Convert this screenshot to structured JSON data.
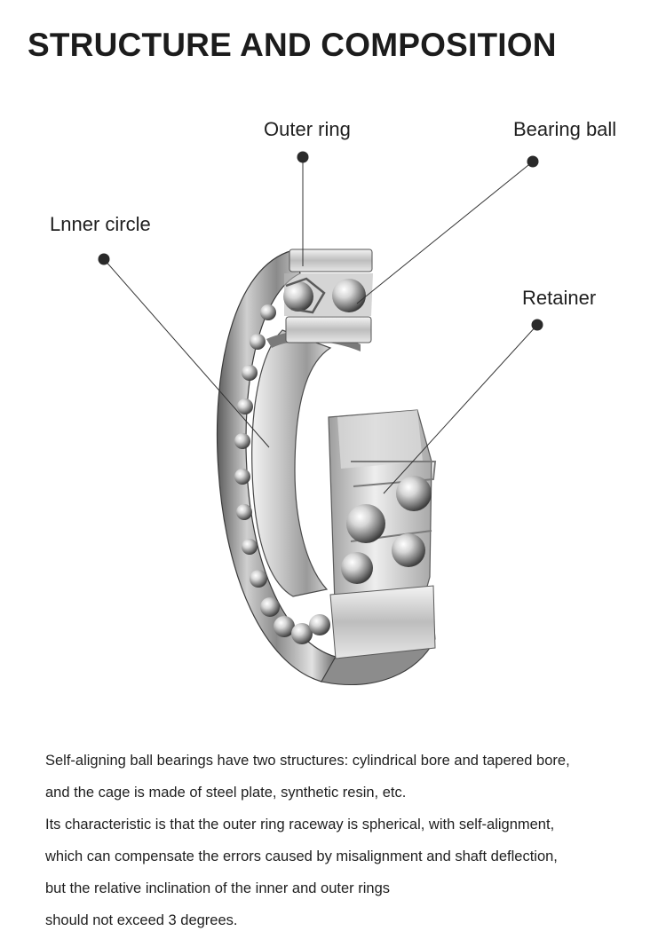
{
  "title": "STRUCTURE AND COMPOSITION",
  "labels": {
    "outer_ring": "Outer ring",
    "bearing_ball": "Bearing ball",
    "inner_circle": "Lnner circle",
    "retainer": "Retainer"
  },
  "description": [
    "Self-aligning ball bearings have two structures: cylindrical bore and tapered bore,",
    "and the cage is made of steel plate, synthetic resin, etc.",
    "Its characteristic is that the outer ring raceway is spherical, with self-alignment,",
    "which can compensate the errors caused by misalignment and shaft deflection,",
    "but the relative inclination of the inner and outer rings",
    "should not exceed 3 degrees."
  ],
  "colors": {
    "text": "#1f1f1f",
    "leader": "#333333",
    "steel_light": "#e6e6e6",
    "steel_dark": "#6e6e6e"
  }
}
